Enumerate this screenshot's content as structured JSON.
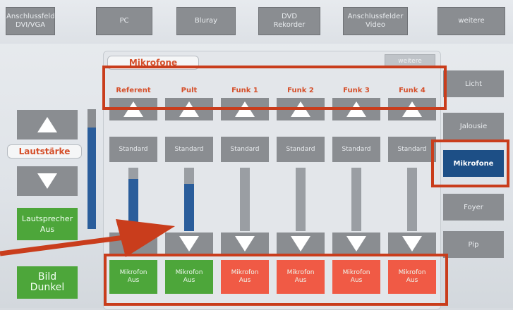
{
  "top_nav": [
    {
      "label": "Anschlussfeld\nDVI/VGA"
    },
    {
      "label": "PC"
    },
    {
      "label": "Bluray"
    },
    {
      "label": "DVD\nRekorder"
    },
    {
      "label": "Anschlussfelder\nVideo"
    },
    {
      "label": "weitere"
    }
  ],
  "panel": {
    "title": "Mikrofone",
    "more_button": "weitere"
  },
  "volume": {
    "label": "Lautstärke",
    "master_level_percent": 85
  },
  "left_buttons": {
    "speaker": "Lautsprecher\nAus",
    "image": "Bild\nDunkel"
  },
  "channels": [
    {
      "name": "Referent",
      "preset_label": "Standard",
      "level_percent": 82,
      "mic_button": "Mikrofon\nAus",
      "mic_state": "green"
    },
    {
      "name": "Pult",
      "preset_label": "Standard",
      "level_percent": 75,
      "mic_button": "Mikrofon\nAus",
      "mic_state": "green"
    },
    {
      "name": "Funk 1",
      "preset_label": "Standard",
      "level_percent": 0,
      "mic_button": "Mikrofon\nAus",
      "mic_state": "red"
    },
    {
      "name": "Funk 2",
      "preset_label": "Standard",
      "level_percent": 0,
      "mic_button": "Mikrofon\nAus",
      "mic_state": "red"
    },
    {
      "name": "Funk 3",
      "preset_label": "Standard",
      "level_percent": 0,
      "mic_button": "Mikrofon\nAus",
      "mic_state": "red"
    },
    {
      "name": "Funk 4",
      "preset_label": "Standard",
      "level_percent": 0,
      "mic_button": "Mikrofon\nAus",
      "mic_state": "red"
    }
  ],
  "right_nav": [
    {
      "label": "Licht",
      "active": false
    },
    {
      "label": "Jalousie",
      "active": false
    },
    {
      "label": "Mikrofone",
      "active": true
    },
    {
      "label": "Foyer",
      "active": false
    },
    {
      "label": "Pip",
      "active": false
    }
  ],
  "colors": {
    "annotation_red": "#c93d1c",
    "green_button": "#4da63a",
    "red_button": "#f05a45",
    "active_blue": "#1d4f86"
  }
}
